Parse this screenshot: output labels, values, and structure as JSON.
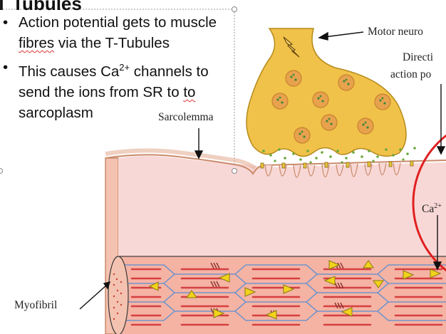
{
  "slide": {
    "title": "T Tubules",
    "bullets": [
      {
        "parts": [
          {
            "text": "Action potential gets to muscle "
          },
          {
            "text": "fibres",
            "spell": true
          },
          {
            "text": " via the T-Tubules"
          }
        ]
      },
      {
        "parts": [
          {
            "text": "This causes Ca"
          },
          {
            "text": "2+",
            "sup": true
          },
          {
            "text": " channels to send the ions from SR to "
          },
          {
            "text": "to",
            "spell": true
          },
          {
            "text": " sarcoplasm"
          }
        ]
      }
    ],
    "bullet_char": "•"
  },
  "diagram_labels": {
    "motor_neuron": "Motor neuro",
    "direction_line1": "Directi",
    "direction_line2": "action po",
    "sarcolemma": "Sarcolemma",
    "ca": "Ca",
    "ca_sup": "2+",
    "myofibril": "Myofibril"
  },
  "colors": {
    "neuron_fill": "#f0c24a",
    "vesicle_fill": "#e8a24e",
    "vesicle_dot": "#3c8a3a",
    "fiber_fill": "#f8d8d6",
    "membrane": "#c98a6a",
    "myofibril_line": "#d64040",
    "myofibril_blue": "#5a8fd0",
    "triangle": "#f2d31c",
    "highlight_circle": "#e02020"
  }
}
